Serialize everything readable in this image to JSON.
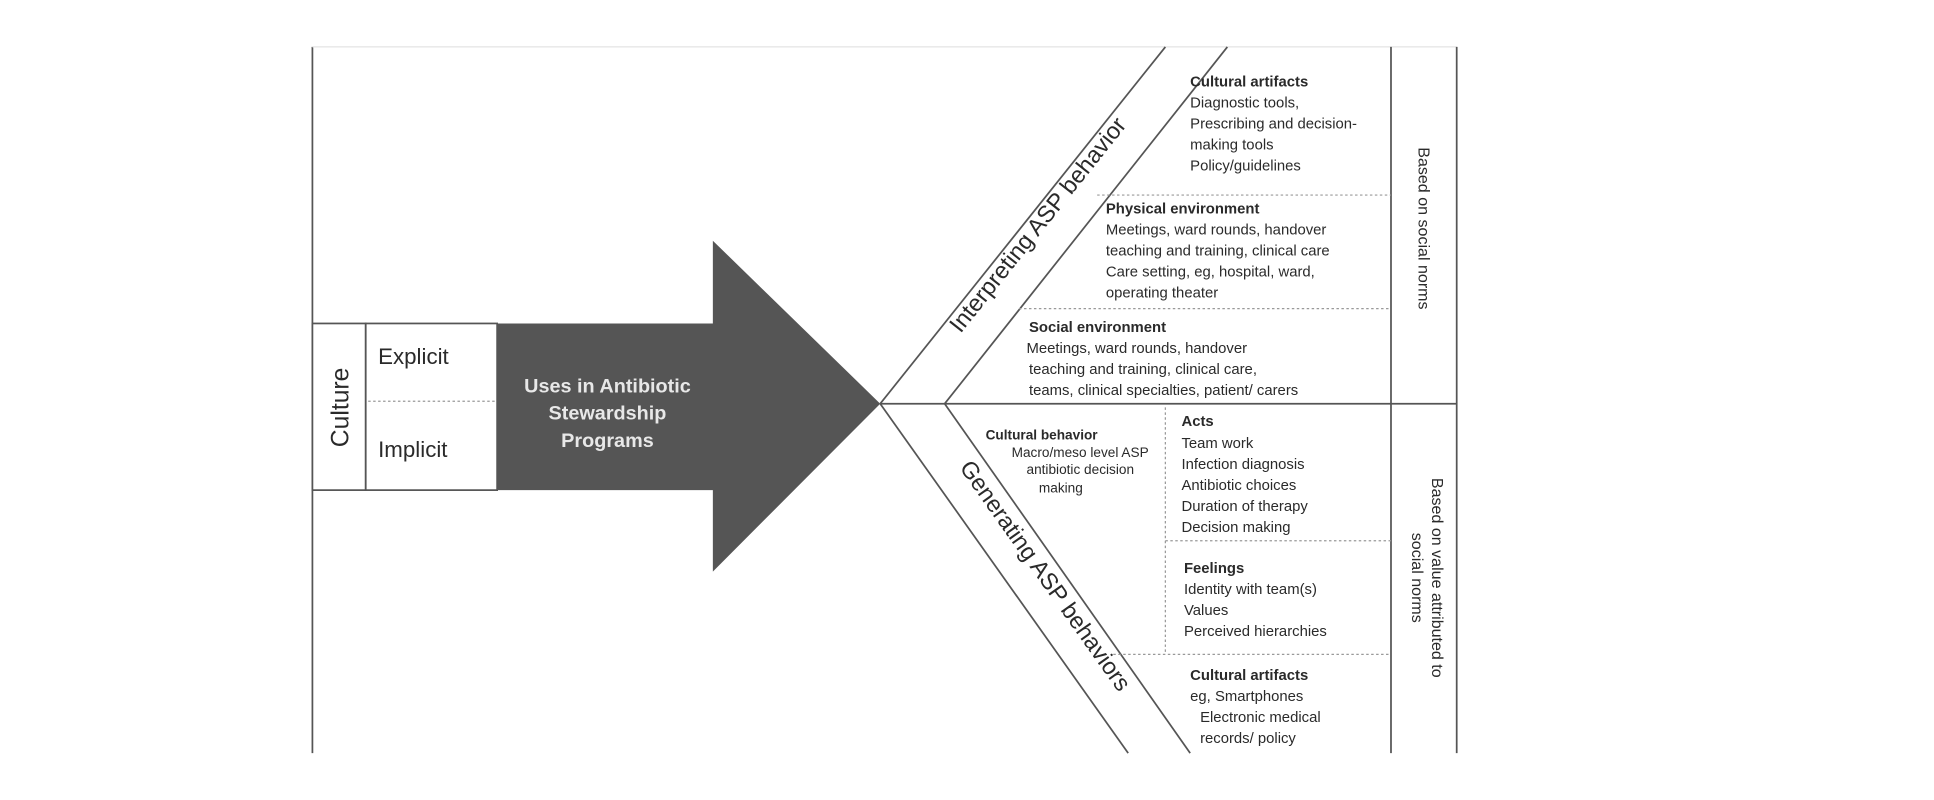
{
  "left": {
    "culture": "Culture",
    "explicit": "Explicit",
    "implicit": "Implicit",
    "arrow_lines": [
      "Uses in Antibiotic",
      "Stewardship",
      "Programs"
    ]
  },
  "branches": {
    "upper": "Interpreting ASP behavior",
    "lower": "Generating ASP behaviors"
  },
  "upper_boxes": {
    "cultural_artifacts": {
      "title": "Cultural artifacts",
      "lines": [
        "Diagnostic tools,",
        "Prescribing and decision-",
        "making tools",
        "Policy/guidelines"
      ]
    },
    "physical_environment": {
      "title": "Physical environment",
      "lines": [
        "Meetings, ward rounds, handover",
        "teaching and training, clinical care",
        "Care setting, eg, hospital, ward,",
        "operating theater"
      ]
    },
    "social_environment": {
      "title": "Social environment",
      "lines": [
        "Meetings, ward rounds, handover",
        "teaching and training, clinical care,",
        "teams, clinical specialties, patient/ carers"
      ]
    }
  },
  "lower_boxes": {
    "cultural_behavior": {
      "title": "Cultural behavior",
      "lines": [
        "Macro/meso level ASP",
        "antibiotic decision",
        "making"
      ]
    },
    "acts": {
      "title": "Acts",
      "lines": [
        "Team work",
        "Infection diagnosis",
        "Antibiotic choices",
        "Duration of therapy",
        "Decision making"
      ]
    },
    "feelings": {
      "title": "Feelings",
      "lines": [
        "Identity with team(s)",
        "Values",
        "Perceived hierarchies"
      ]
    },
    "cultural_artifacts": {
      "title": "Cultural artifacts",
      "lines": [
        "eg, Smartphones",
        "Electronic medical",
        "records/ policy"
      ]
    }
  },
  "right": {
    "upper": "Based on social norms",
    "lower_lines": [
      "Based on value attributed to",
      "social norms"
    ]
  },
  "colors": {
    "arrow": "#555555",
    "line": "#555555"
  }
}
